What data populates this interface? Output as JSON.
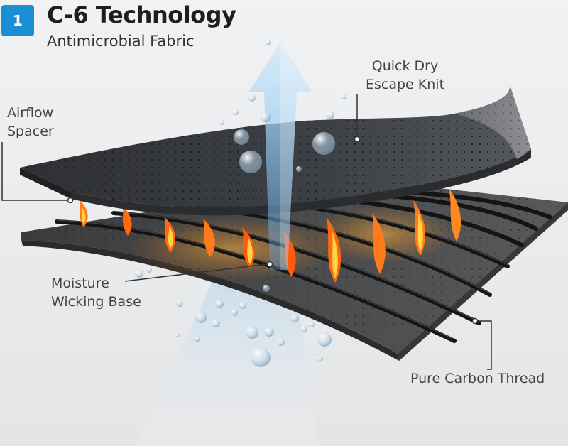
{
  "header": {
    "badge": "1",
    "title": "C-6 Technology",
    "subtitle": "Antimicrobial Fabric"
  },
  "labels": {
    "quick_dry": [
      "Quick Dry",
      "Escape Knit"
    ],
    "airflow": [
      "Airflow",
      "Spacer"
    ],
    "moisture": [
      "Moisture",
      "Wicking Base"
    ],
    "carbon": "Pure Carbon Thread"
  },
  "colors": {
    "badge": "#1b8fd3",
    "top_layer": "#3b3e42",
    "bottom_layer": "#4a4b4d",
    "thread": "#1a1a1a",
    "flame": "#ff7a1a",
    "airflow_arrow": "#8fc4ee",
    "background": "#e9eaeb"
  }
}
